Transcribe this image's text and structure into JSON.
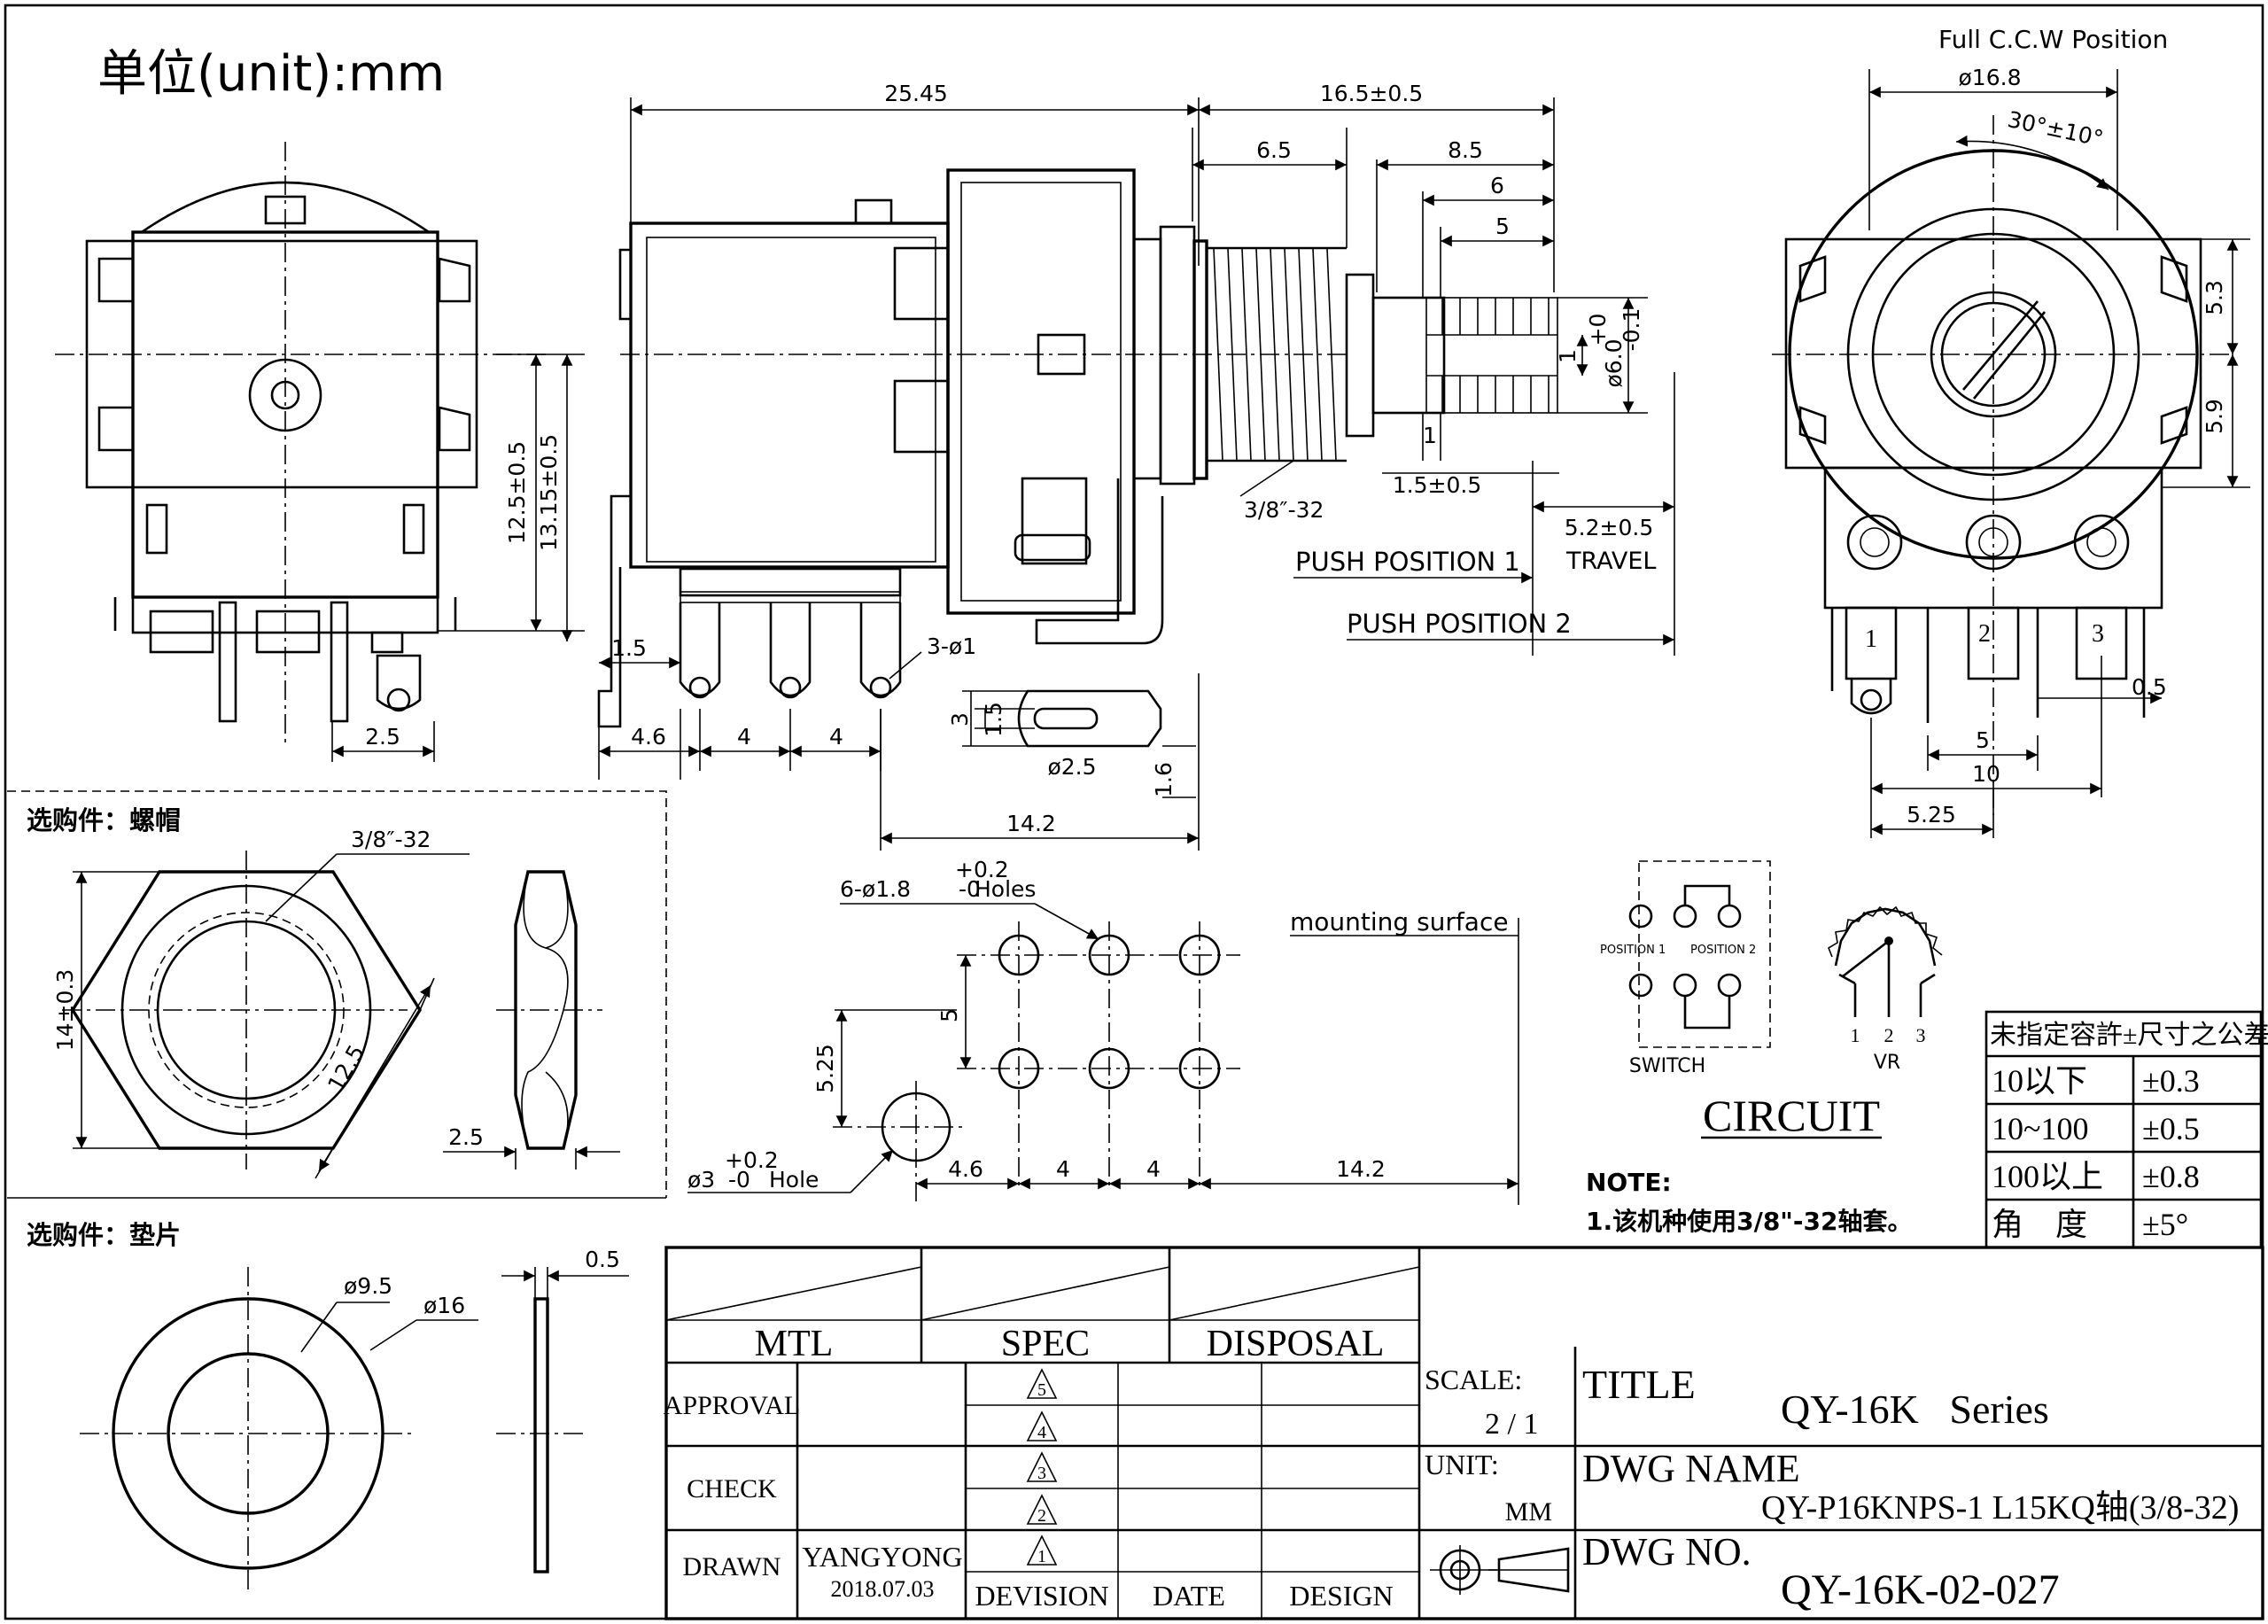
{
  "unit_label": "单位(unit):mm",
  "front_view": {
    "dim_height_1": "12.5±0.5",
    "dim_height_2": "13.15±0.5",
    "dim_pin": "2.5"
  },
  "side_view": {
    "dim_body": "25.45",
    "dim_shaft_total": "16.5±0.5",
    "dim_bushing": "6.5",
    "dim_shaft_85": "8.5",
    "dim_shaft_6": "6",
    "dim_shaft_5": "5",
    "dim_shaft_dia": "ø6.0",
    "dim_shaft_tol_plus": "+0",
    "dim_shaft_tol_minus": "-0.1",
    "dim_flat": "1",
    "dim_collar": "1",
    "dim_push_15": "1.5±0.5",
    "thread": "3/8″-32",
    "dim_travel": "5.2±0.5",
    "label_travel": "TRAVEL",
    "label_push1": "PUSH POSITION 1",
    "label_push2": "PUSH POSITION 2",
    "dim_pin_15": "1.5",
    "dim_pin_hole": "3-ø1",
    "dim_pitch_46": "4.6",
    "dim_pitch_4a": "4",
    "dim_pitch_4b": "4",
    "dim_lug_3": "3",
    "dim_lug_15": "1.5",
    "dim_lug_hole": "ø2.5",
    "dim_lug_16": "1.6",
    "dim_overall": "14.2"
  },
  "right_view": {
    "label_ccw": "Full C.C.W Position",
    "dim_dia": "ø16.8",
    "dim_angle": "30°±10°",
    "dim_53": "5.3",
    "dim_59": "5.9",
    "pin_1": "1",
    "pin_2": "2",
    "pin_3": "3",
    "dim_05": "0.5",
    "dim_5": "5",
    "dim_10": "10",
    "dim_525": "5.25"
  },
  "nut": {
    "heading": "选购件：螺帽",
    "thread": "3/8″-32",
    "dim_14": "14±0.3",
    "dim_125": "12.5",
    "dim_25": "2.5"
  },
  "washer": {
    "heading": "选购件：垫片",
    "dim_95": "ø9.5",
    "dim_16": "ø16",
    "dim_05": "0.5"
  },
  "pcb_layout": {
    "holes_label": "6-ø1.8",
    "holes_tol": "+0.2",
    "holes_tol_minus": "-0",
    "holes_suffix": "Holes",
    "big_hole_label": "ø3",
    "big_hole_tol": "+0.2",
    "big_hole_tol_minus": "-0",
    "big_hole_suffix": "Hole",
    "mounting_surface": "mounting surface",
    "dim_5": "5",
    "dim_525": "5.25",
    "dim_46": "4.6",
    "dim_4a": "4",
    "dim_4b": "4",
    "dim_142": "14.2"
  },
  "circuit": {
    "pos1": "POSITION 1",
    "pos2": "POSITION 2",
    "switch_label": "SWITCH",
    "vr_label": "VR",
    "pin1": "1",
    "pin2": "2",
    "pin3": "3",
    "title": "CIRCUIT"
  },
  "note": {
    "heading": "NOTE:",
    "line1": "1.该机种使用3/8\"-32轴套。"
  },
  "tolerance_table": {
    "header": "未指定容許±尺寸之公差",
    "rows": [
      {
        "range": "10以下",
        "tol": "±0.3"
      },
      {
        "range": "10~100",
        "tol": "±0.5"
      },
      {
        "range": "100以上",
        "tol": "±0.8"
      },
      {
        "range": "角　度",
        "tol": "±5°"
      }
    ]
  },
  "title_block": {
    "mtl": "MTL",
    "spec": "SPEC",
    "disposal": "DISPOSAL",
    "approval": "APPROVAL",
    "check": "CHECK",
    "drawn": "DRAWN",
    "drawn_by": "YANGYONG",
    "drawn_date": "2018.07.03",
    "rev_marks": [
      "5",
      "4",
      "3",
      "2",
      "1"
    ],
    "devision": "DEVISION",
    "date": "DATE",
    "design": "DESIGN",
    "scale_label": "SCALE:",
    "scale_value": "2 / 1",
    "unit_label": "UNIT:",
    "unit_value": "MM",
    "title_label": "TITLE",
    "title_value": "QY-16K   Series",
    "dwg_name_label": "DWG NAME",
    "dwg_name_value": "QY-P16KNPS-1 L15KQ轴(3/8-32)",
    "dwg_no_label": "DWG NO.",
    "dwg_no_value": "QY-16K-02-027"
  }
}
